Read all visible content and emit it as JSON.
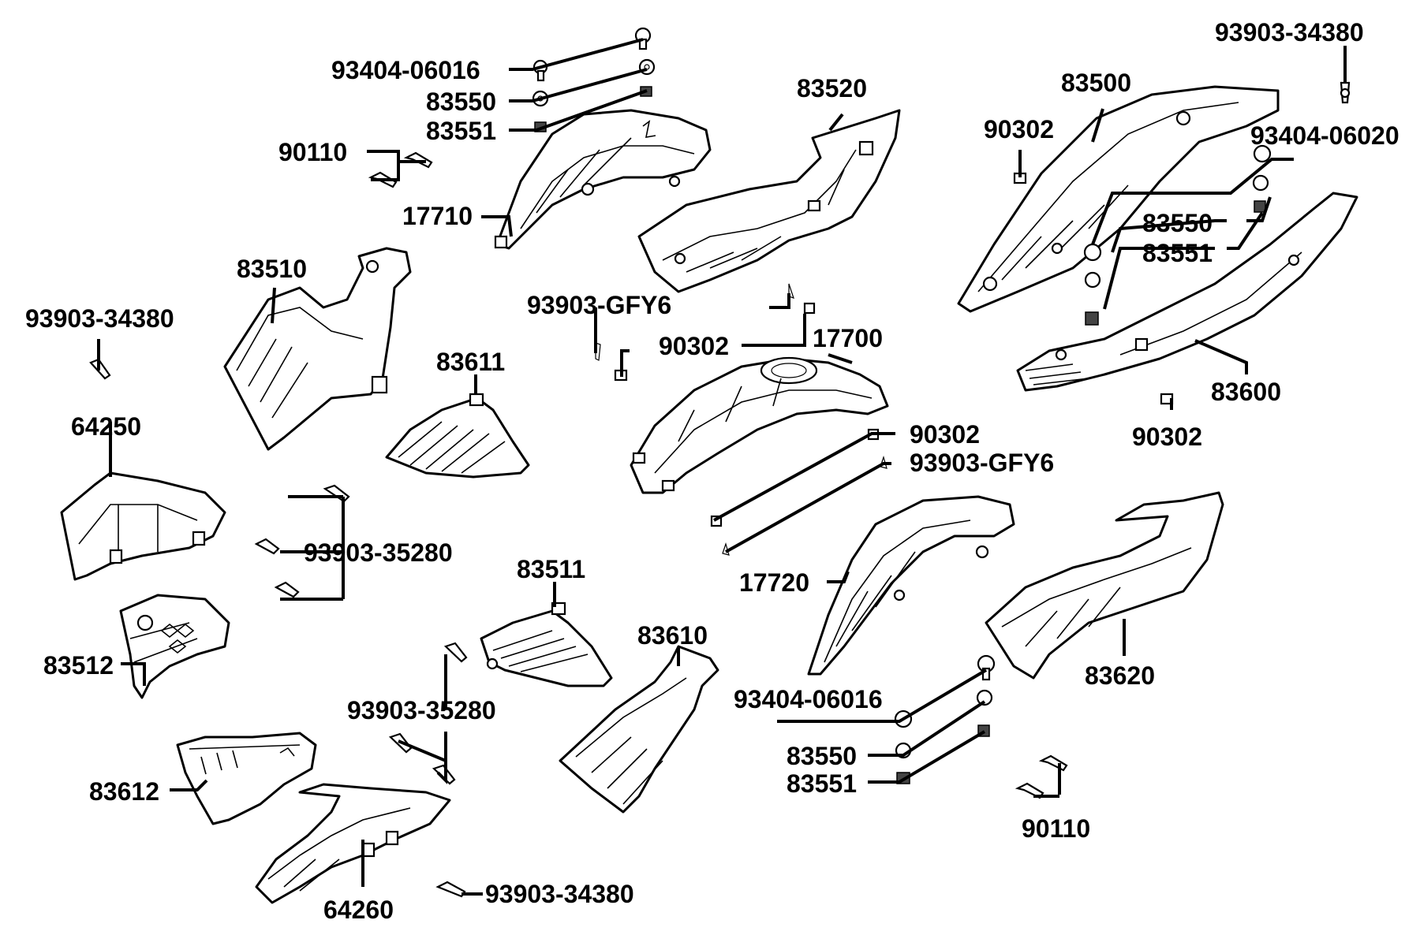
{
  "diagram": {
    "labels": {
      "p93404_06016_top": "93404-06016",
      "p83550_top": "83550",
      "p83551_top": "83551",
      "p90110_top": "90110",
      "p17710": "17710",
      "p83520": "83520",
      "p83500": "83500",
      "p90302_top": "90302",
      "p93903_34380_topright": "93903-34380",
      "p93404_06020": "93404-06020",
      "p83550_right": "83550",
      "p83551_right": "83551",
      "p83600": "83600",
      "p90302_right": "90302",
      "p83510": "83510",
      "p93903_34380_left": "93903-34380",
      "p83611": "83611",
      "p93903_gfy6_mid": "93903-GFY6",
      "p90302_mid": "90302",
      "p17700": "17700",
      "p90302_center": "90302",
      "p93903_gfy6_center": "93903-GFY6",
      "p64250": "64250",
      "p93903_35280_left": "93903-35280",
      "p83512": "83512",
      "p83511": "83511",
      "p83610": "83610",
      "p17720": "17720",
      "p83620": "83620",
      "p93404_06016_bottom": "93404-06016",
      "p83550_bottom": "83550",
      "p83551_bottom": "83551",
      "p90110_bottom": "90110",
      "p93903_35280_bottom": "93903-35280",
      "p83612": "83612",
      "p64260": "64260",
      "p93903_34380_bottom": "93903-34380"
    }
  }
}
